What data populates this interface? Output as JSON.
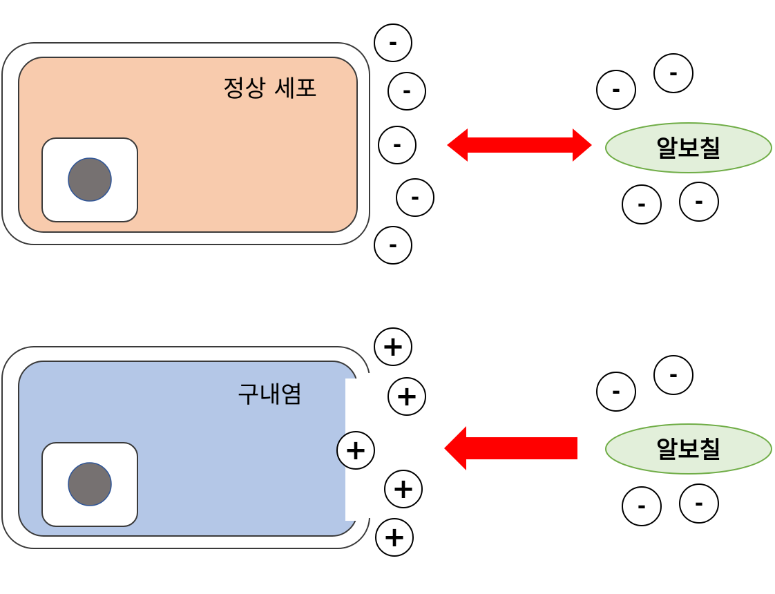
{
  "panels": [
    {
      "cell_label": "정상 세포",
      "cell_color": "#f8cbad",
      "cell_charge": "-",
      "drug_label": "알보칠",
      "drug_color": "#e2efda",
      "drug_charge": "-",
      "arrow": "double",
      "arrow_color": "#ff0000"
    },
    {
      "cell_label": "구내염",
      "cell_color": "#b4c7e7",
      "cell_charge": "+",
      "drug_label": "알보칠",
      "drug_color": "#e2efda",
      "drug_charge": "-",
      "arrow": "left",
      "arrow_color": "#ff0000"
    }
  ]
}
